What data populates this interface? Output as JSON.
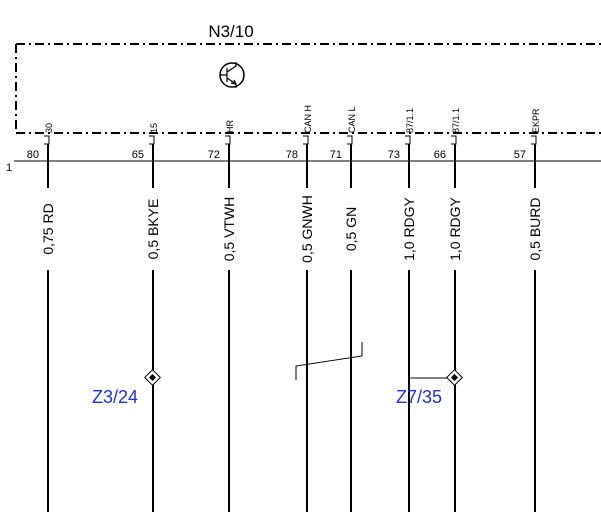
{
  "component": {
    "name": "N3/10",
    "icon": "transistor-symbol-icon"
  },
  "harness_marker": "1",
  "pins": [
    {
      "pin": "30",
      "number": "80",
      "wire": "0,75 RD"
    },
    {
      "pin": "15",
      "number": "65",
      "wire": "0,5 BKYE"
    },
    {
      "pin": "HR",
      "number": "72",
      "wire": "0,5 VTWH"
    },
    {
      "pin": "CAN H",
      "number": "78",
      "wire": "0,5 GNWH"
    },
    {
      "pin": "CAN L",
      "number": "71",
      "wire": "0,5 GN"
    },
    {
      "pin": "87/1.1",
      "number": "73",
      "wire": "1,0 RDGY"
    },
    {
      "pin": "87/1.1",
      "number": "66",
      "wire": "1,0 RDGY"
    },
    {
      "pin": "EKPR",
      "number": "57",
      "wire": "0,5 BURD"
    }
  ],
  "splices": [
    {
      "name": "Z3/24",
      "icon": "splice-diamond-icon"
    },
    {
      "name": "Z7/35",
      "icon": "splice-diamond-icon"
    }
  ]
}
